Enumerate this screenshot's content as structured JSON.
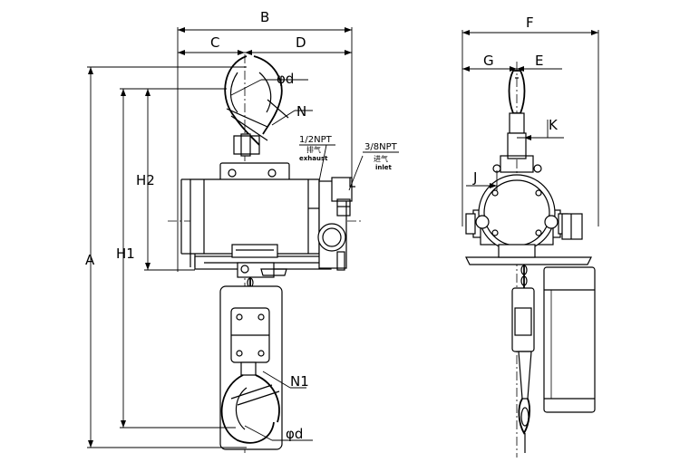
{
  "dimensions": {
    "A": "A",
    "B": "B",
    "C": "C",
    "D": "D",
    "H1": "H1",
    "H2": "H2",
    "N": "N",
    "N1": "N1",
    "d_top": "φd",
    "d_bottom": "φd",
    "F": "F",
    "G": "G",
    "E": "E",
    "K": "K",
    "J": "J"
  },
  "ports": {
    "exhaust_size": "1/2NPT",
    "exhaust_cn": "排气",
    "exhaust_en": "exhaust",
    "inlet_size": "3/8NPT",
    "inlet_cn": "进气",
    "inlet_en": "inlet"
  }
}
